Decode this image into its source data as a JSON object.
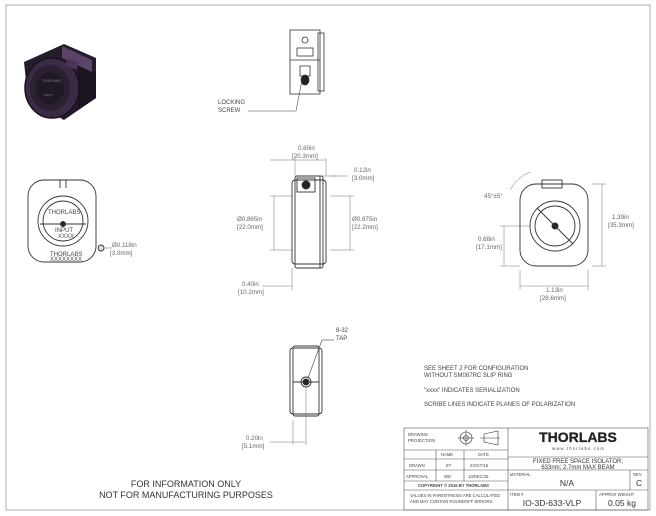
{
  "callouts": {
    "locking_screw": [
      "LOCKING",
      "SCREW"
    ],
    "tap": [
      "8-32",
      "TAP"
    ]
  },
  "dimensions": {
    "width_top": [
      "0.80in",
      "[20.3mm]"
    ],
    "lip": [
      "0.12in",
      "[3.0mm]"
    ],
    "dia_left": [
      "Ø0.865in",
      "[22.0mm]"
    ],
    "dia_right": [
      "Ø0.875in",
      "[22.2mm]"
    ],
    "body_len": [
      "0.40in",
      "[10.2mm]"
    ],
    "hole_dia": [
      "Ø0.118in",
      "[3.0mm]"
    ],
    "angle": "45°±5°",
    "center_height": [
      "0.68in",
      "[17.1mm]"
    ],
    "height": [
      "1.39in",
      "[35.3mm]"
    ],
    "width_right": [
      "1.13in",
      "[28.6mm]"
    ],
    "bottom_len": [
      "0.20in",
      "[5.1mm]"
    ]
  },
  "face_labels": {
    "brand": "THORLABS",
    "part": "INPUT",
    "serial": "XXXX",
    "lower": [
      "THORLABS",
      "XXXXXXXX"
    ]
  },
  "notes": [
    "SEE SHEET 2 FOR CONFIGURATION",
    "WITHOUT SM087RC SLIP RING",
    "\"xxxx\" INDICATES SERIALIZATION",
    "SCRIBE LINES INDICATE PLANES OF POLARIZATION"
  ],
  "disclaimer": [
    "FOR INFORMATION ONLY",
    "NOT FOR MANUFACTURING PURPOSES"
  ],
  "title_block": {
    "projection": [
      "DRAWING",
      "PROJECTION"
    ],
    "col_name": "NAME",
    "col_date": "DATE",
    "drawn_label": "DRAWN",
    "drawn_name": "ET",
    "drawn_date": "2/OCT/15",
    "approval_label": "APPROVAL",
    "approval_name": "WD",
    "approval_date": "10/DEC/15",
    "copyright": "COPYRIGHT © 2015 BY THORLABS",
    "values_note": [
      "VALUES IN PARENTHESIS ARE CALCULATED",
      "AND MAY CONTAIN ROUNDOFF ERRORS"
    ],
    "logo": "THORLABS",
    "website": "w w w . t h o r l a b s . c o m",
    "description": [
      "FIXED FREE SPACE ISOLATOR;",
      "633nm; 2.7mm MAX BEAM"
    ],
    "material_label": "MATERIAL",
    "material": "N/A",
    "rev_label": "REV",
    "rev": "C",
    "item_label": "ITEM #",
    "item": "IO-3D-633-VLP",
    "weight_label": "APPROX WEIGHT",
    "weight": "0.05 kg"
  },
  "colors": {
    "line": "#333333",
    "dim_line": "#666666",
    "render_dark": "#2a2230",
    "render_purple": "#4a3658"
  }
}
